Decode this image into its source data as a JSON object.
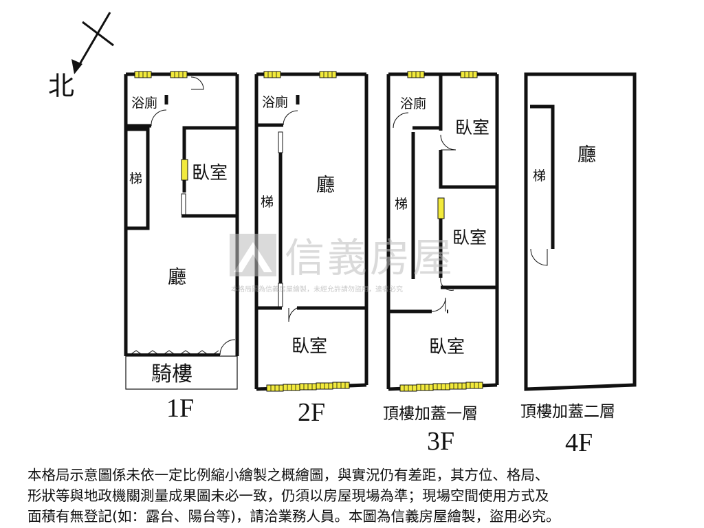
{
  "compass": {
    "north_label": "北"
  },
  "watermark": {
    "brand": "信義房屋",
    "notice": "本格局圖為信義房屋繪製，未經允許請勿盜用，違者必究"
  },
  "floors": [
    {
      "label": "1F",
      "rooms": {
        "bath": "浴廁",
        "stairs": "梯",
        "bedroom": "臥室",
        "living": "廳",
        "arcade": "騎樓"
      }
    },
    {
      "label": "2F",
      "rooms": {
        "bath": "浴廁",
        "stairs": "梯",
        "living": "廳",
        "bedroom": "臥室"
      }
    },
    {
      "label": "3F",
      "caption": "頂樓加蓋一層",
      "rooms": {
        "bath": "浴廁",
        "stairs": "梯",
        "bedroom_top": "臥室",
        "bedroom_mid": "臥室",
        "bedroom_bottom": "臥室"
      }
    },
    {
      "label": "4F",
      "caption": "頂樓加蓋二層",
      "rooms": {
        "stairs": "梯",
        "living": "廳"
      }
    }
  ],
  "colors": {
    "wall": "#111111",
    "window": "#f2ea3c",
    "watermark": "#bdbdbd"
  },
  "disclaimer": {
    "lines": [
      "本格局示意圖係未依一定比例縮小繪製之概繪圖，與實況仍有差距，其方位、格局、",
      "形狀等與地政機關測量成果圖未必一致，仍須以房屋現場為準；現場空間使用方式及",
      "面積有無登記(如：露台、陽台等)，請洽業務人員。本圖為信義房屋繪製，盜用必究。"
    ]
  }
}
